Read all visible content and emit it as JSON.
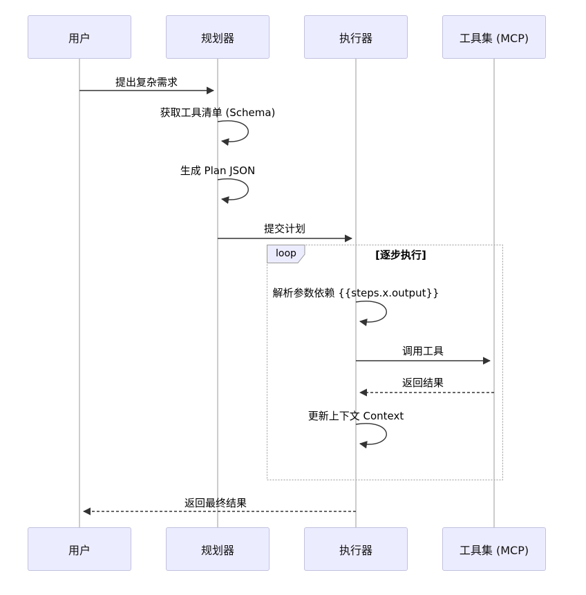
{
  "diagram_type": "sequence",
  "participants": [
    {
      "id": "user",
      "label": "用户"
    },
    {
      "id": "planner",
      "label": "规划器"
    },
    {
      "id": "executor",
      "label": "执行器"
    },
    {
      "id": "toolset",
      "label": "工具集 (MCP)"
    }
  ],
  "messages": [
    {
      "label": "提出复杂需求",
      "from": "user",
      "to": "planner",
      "style": "solid"
    },
    {
      "label": "获取工具清单 (Schema)",
      "from": "planner",
      "to": "planner",
      "style": "self"
    },
    {
      "label": "生成 Plan JSON",
      "from": "planner",
      "to": "planner",
      "style": "self"
    },
    {
      "label": "提交计划",
      "from": "planner",
      "to": "executor",
      "style": "solid"
    },
    {
      "label": "解析参数依赖 {{steps.x.output}}",
      "from": "executor",
      "to": "executor",
      "style": "self"
    },
    {
      "label": "调用工具",
      "from": "executor",
      "to": "toolset",
      "style": "solid"
    },
    {
      "label": "返回结果",
      "from": "toolset",
      "to": "executor",
      "style": "dashed"
    },
    {
      "label": "更新上下文 Context",
      "from": "executor",
      "to": "executor",
      "style": "self"
    },
    {
      "label": "返回最终结果",
      "from": "executor",
      "to": "user",
      "style": "dashed"
    }
  ],
  "loop": {
    "label": "loop",
    "condition": "[逐步执行]"
  },
  "colors": {
    "participant_fill": "#ECECFF",
    "participant_border": "#C0C0DE",
    "lifeline": "#999999",
    "arrow": "#333333",
    "loop_border": "#999999"
  }
}
